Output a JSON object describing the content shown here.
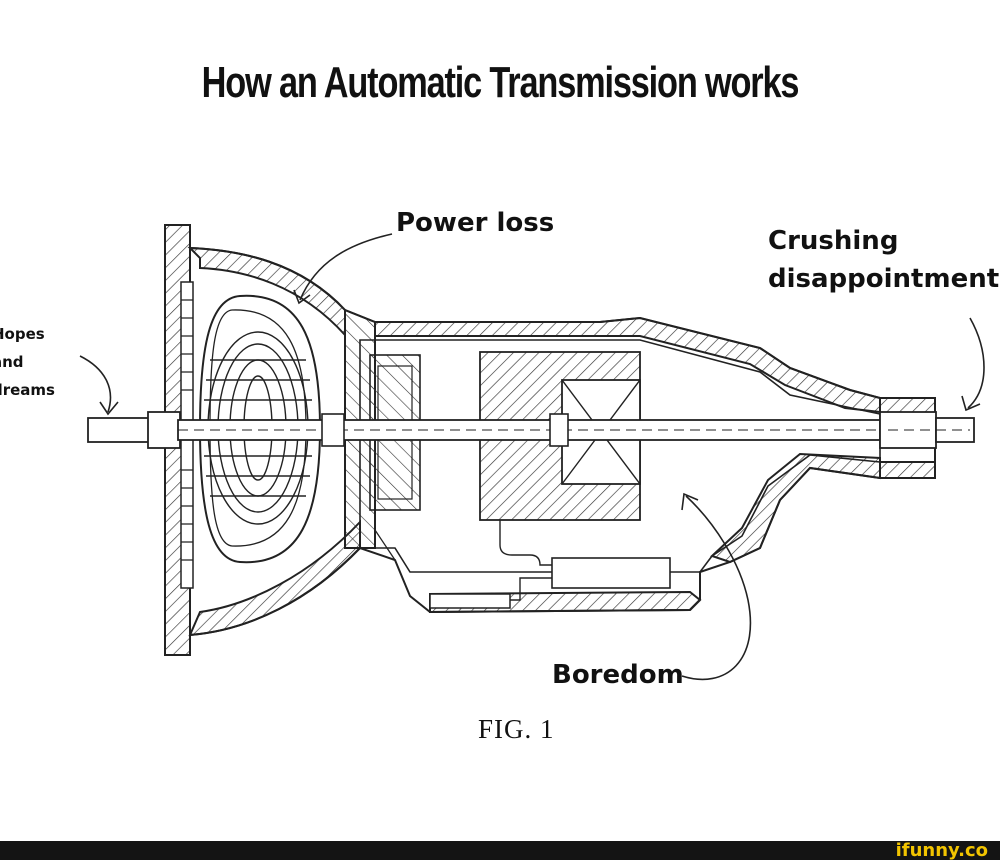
{
  "title": "How an Automatic Transmission works",
  "labels": {
    "power_loss": "Power loss",
    "crushing_line1": "Crushing",
    "crushing_line2": "disappointment",
    "hopes_line1": "Hopes",
    "hopes_line2": "and",
    "hopes_line3": "dreams",
    "boredom": "Boredom"
  },
  "figure_caption": "FIG. 1",
  "footer": {
    "brand": "ifunny.co"
  }
}
